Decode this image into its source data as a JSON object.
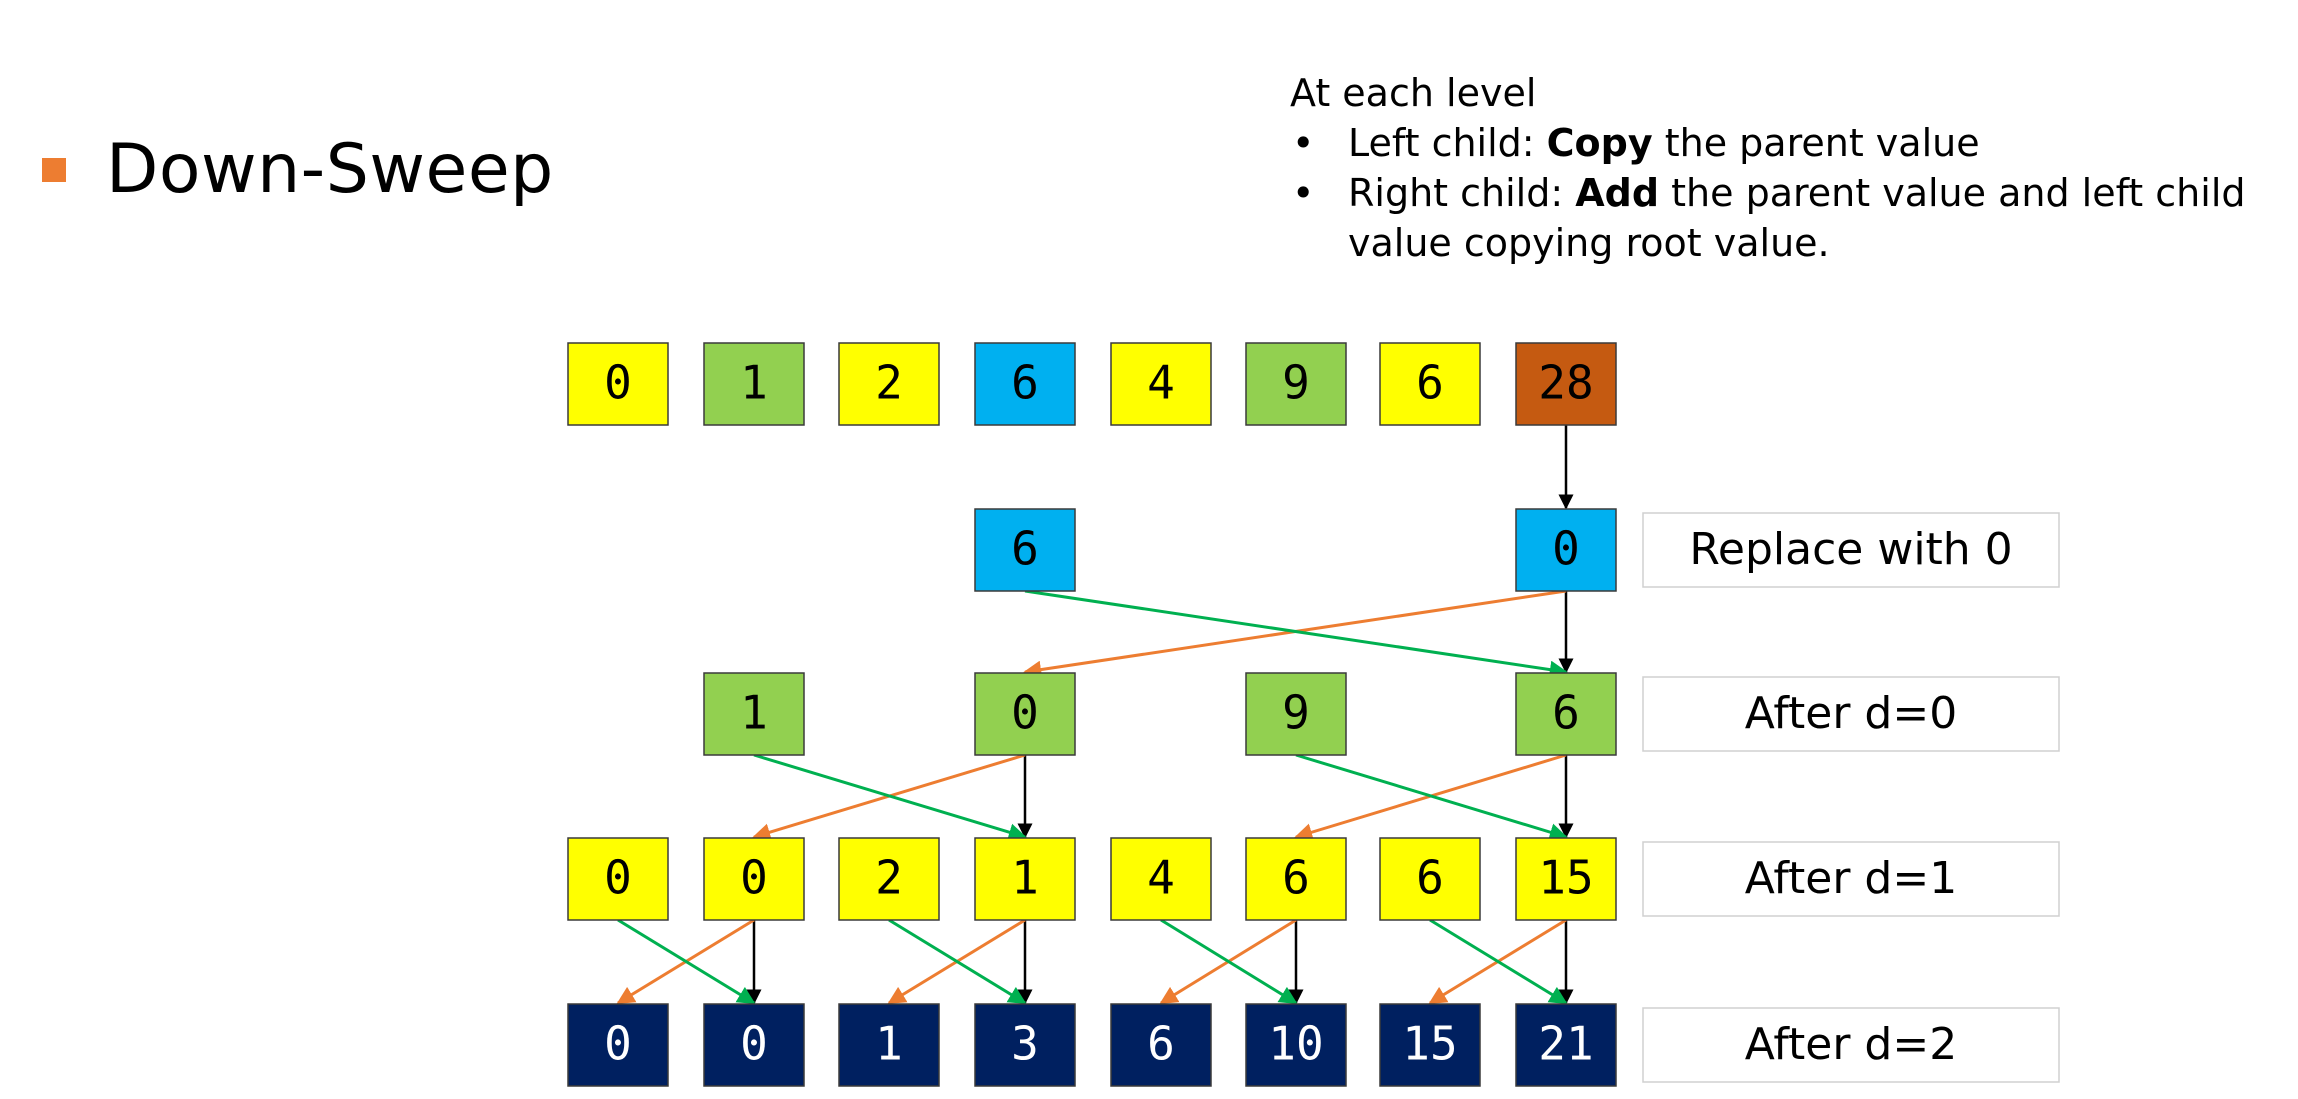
{
  "slide": {
    "title": "Down-Sweep",
    "bullet_color": "#ED7D31",
    "notes": {
      "heading": "At each level",
      "bullet_glyph": "•",
      "item1": {
        "prefix": "Left child: ",
        "bold": "Copy",
        "suffix": " the parent value"
      },
      "item2": {
        "prefix": "Right child: ",
        "bold": "Add",
        "suffix": " the parent value and left child",
        "continuation": "value copying  root value."
      }
    }
  },
  "diagram": {
    "colors": {
      "yellow": "#FFFF00",
      "green": "#92D050",
      "blue": "#00B0F0",
      "brown": "#C55A11",
      "navy": "#002060",
      "arrow_copy": "#ED7D31",
      "arrow_add": "#00B050",
      "arrow_down": "#000000"
    },
    "rows": [
      {
        "name": "input",
        "label": "",
        "cells": [
          {
            "col": 0,
            "value": "0",
            "color": "yellow"
          },
          {
            "col": 1,
            "value": "1",
            "color": "green"
          },
          {
            "col": 2,
            "value": "2",
            "color": "yellow"
          },
          {
            "col": 3,
            "value": "6",
            "color": "blue"
          },
          {
            "col": 4,
            "value": "4",
            "color": "yellow"
          },
          {
            "col": 5,
            "value": "9",
            "color": "green"
          },
          {
            "col": 6,
            "value": "6",
            "color": "yellow"
          },
          {
            "col": 7,
            "value": "28",
            "color": "brown"
          }
        ]
      },
      {
        "name": "root",
        "label": "Replace with 0",
        "cells": [
          {
            "col": 3,
            "value": "6",
            "color": "blue"
          },
          {
            "col": 7,
            "value": "0",
            "color": "blue"
          }
        ]
      },
      {
        "name": "d0",
        "label": "After d=0",
        "cells": [
          {
            "col": 1,
            "value": "1",
            "color": "green"
          },
          {
            "col": 3,
            "value": "0",
            "color": "green"
          },
          {
            "col": 5,
            "value": "9",
            "color": "green"
          },
          {
            "col": 7,
            "value": "6",
            "color": "green"
          }
        ]
      },
      {
        "name": "d1",
        "label": "After d=1",
        "cells": [
          {
            "col": 0,
            "value": "0",
            "color": "yellow"
          },
          {
            "col": 1,
            "value": "0",
            "color": "yellow"
          },
          {
            "col": 2,
            "value": "2",
            "color": "yellow"
          },
          {
            "col": 3,
            "value": "1",
            "color": "yellow"
          },
          {
            "col": 4,
            "value": "4",
            "color": "yellow"
          },
          {
            "col": 5,
            "value": "6",
            "color": "yellow"
          },
          {
            "col": 6,
            "value": "6",
            "color": "yellow"
          },
          {
            "col": 7,
            "value": "15",
            "color": "yellow"
          }
        ]
      },
      {
        "name": "d2",
        "label": "After d=2",
        "cells": [
          {
            "col": 0,
            "value": "0",
            "color": "navy"
          },
          {
            "col": 1,
            "value": "0",
            "color": "navy"
          },
          {
            "col": 2,
            "value": "1",
            "color": "navy"
          },
          {
            "col": 3,
            "value": "3",
            "color": "navy"
          },
          {
            "col": 4,
            "value": "6",
            "color": "navy"
          },
          {
            "col": 5,
            "value": "10",
            "color": "navy"
          },
          {
            "col": 6,
            "value": "15",
            "color": "navy"
          },
          {
            "col": 7,
            "value": "21",
            "color": "navy"
          }
        ]
      }
    ],
    "arrows": [
      {
        "from": [
          0,
          7
        ],
        "to": [
          1,
          7
        ],
        "kind": "down"
      },
      {
        "from": [
          1,
          7
        ],
        "to": [
          2,
          7
        ],
        "kind": "down"
      },
      {
        "from": [
          1,
          7
        ],
        "to": [
          2,
          3
        ],
        "kind": "copy"
      },
      {
        "from": [
          1,
          3
        ],
        "to": [
          2,
          7
        ],
        "kind": "add"
      },
      {
        "from": [
          2,
          3
        ],
        "to": [
          3,
          3
        ],
        "kind": "down"
      },
      {
        "from": [
          2,
          3
        ],
        "to": [
          3,
          1
        ],
        "kind": "copy"
      },
      {
        "from": [
          2,
          1
        ],
        "to": [
          3,
          3
        ],
        "kind": "add"
      },
      {
        "from": [
          2,
          7
        ],
        "to": [
          3,
          7
        ],
        "kind": "down"
      },
      {
        "from": [
          2,
          7
        ],
        "to": [
          3,
          5
        ],
        "kind": "copy"
      },
      {
        "from": [
          2,
          5
        ],
        "to": [
          3,
          7
        ],
        "kind": "add"
      },
      {
        "from": [
          3,
          1
        ],
        "to": [
          4,
          1
        ],
        "kind": "down"
      },
      {
        "from": [
          3,
          1
        ],
        "to": [
          4,
          0
        ],
        "kind": "copy"
      },
      {
        "from": [
          3,
          0
        ],
        "to": [
          4,
          1
        ],
        "kind": "add"
      },
      {
        "from": [
          3,
          3
        ],
        "to": [
          4,
          3
        ],
        "kind": "down"
      },
      {
        "from": [
          3,
          3
        ],
        "to": [
          4,
          2
        ],
        "kind": "copy"
      },
      {
        "from": [
          3,
          2
        ],
        "to": [
          4,
          3
        ],
        "kind": "add"
      },
      {
        "from": [
          3,
          5
        ],
        "to": [
          4,
          5
        ],
        "kind": "down"
      },
      {
        "from": [
          3,
          5
        ],
        "to": [
          4,
          4
        ],
        "kind": "copy"
      },
      {
        "from": [
          3,
          4
        ],
        "to": [
          4,
          5
        ],
        "kind": "add"
      },
      {
        "from": [
          3,
          7
        ],
        "to": [
          4,
          7
        ],
        "kind": "down"
      },
      {
        "from": [
          3,
          7
        ],
        "to": [
          4,
          6
        ],
        "kind": "copy"
      },
      {
        "from": [
          3,
          6
        ],
        "to": [
          4,
          7
        ],
        "kind": "add"
      }
    ]
  }
}
